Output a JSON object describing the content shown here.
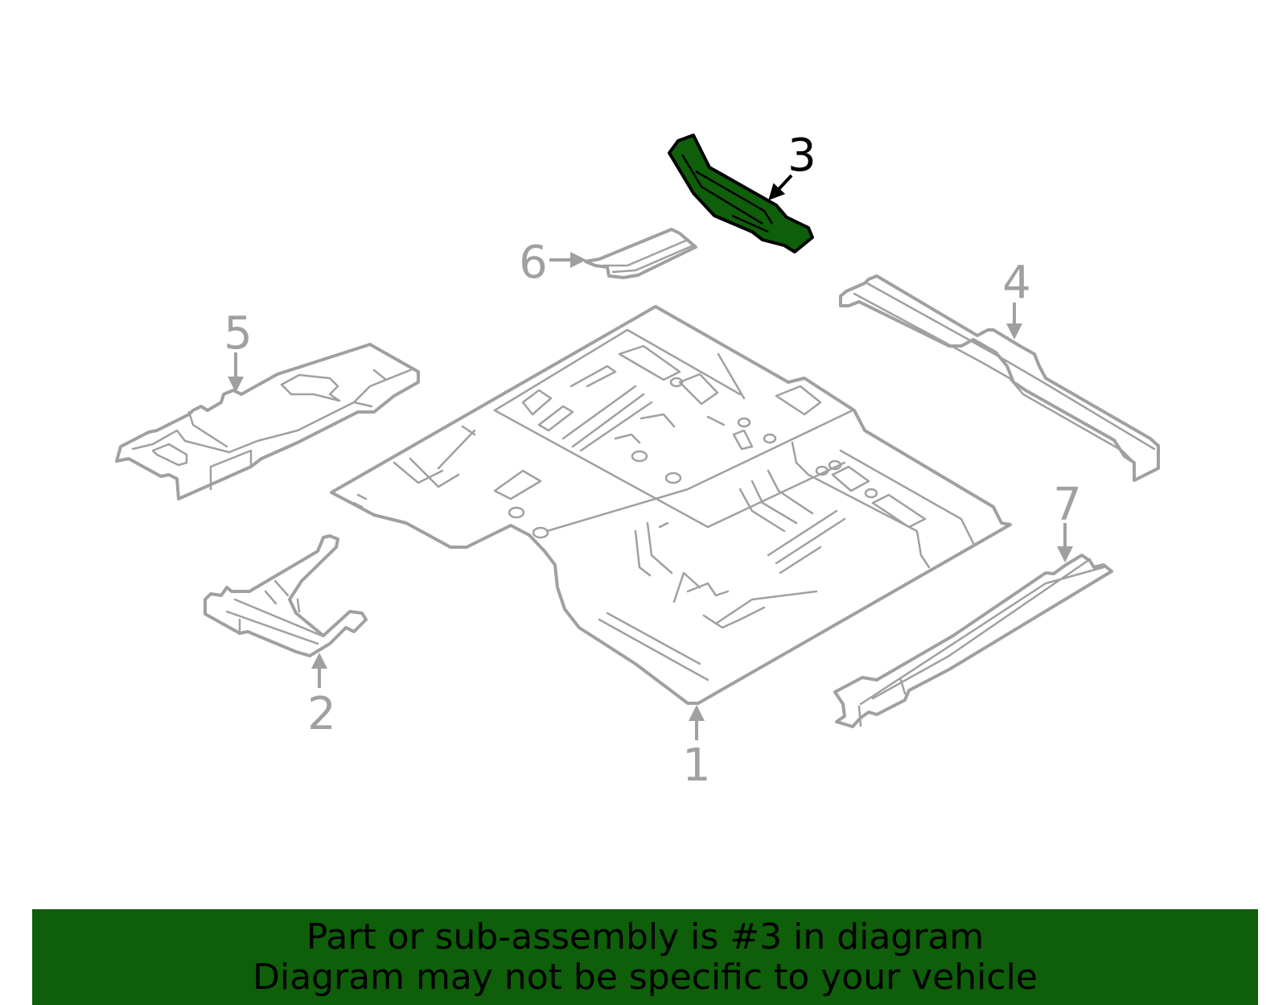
{
  "diagram": {
    "callouts": [
      "1",
      "2",
      "3",
      "4",
      "5",
      "6",
      "7"
    ],
    "highlighted_callout": "3",
    "highlight_color": "#0f5e0a",
    "line_color": "#a0a0a0"
  },
  "banner": {
    "line1": "Part or sub-assembly is #3 in diagram",
    "line2": "Diagram may not be specific to your vehicle",
    "background": "#0f5e0a"
  }
}
